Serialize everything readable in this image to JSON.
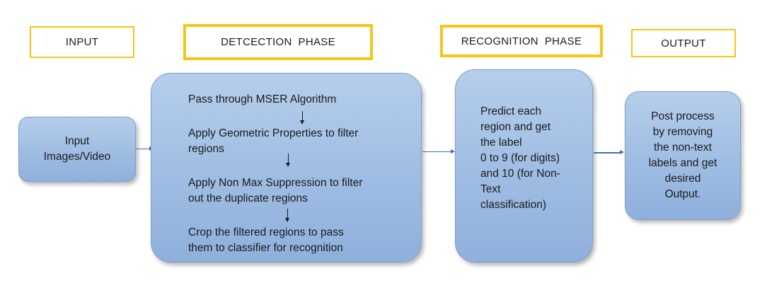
{
  "headers": {
    "input": "INPUT",
    "detection": "DETCECTION  PHASE",
    "recognition": "RECOGNITION  PHASE",
    "output": "OUTPUT"
  },
  "stages": {
    "input": [
      "Input",
      "Images/Video"
    ],
    "detection": [
      "Pass through MSER Algorithm",
      "Apply Geometric Properties to filter",
      "regions",
      "Apply Non Max Suppression to filter",
      "out the duplicate regions",
      "Crop the filtered regions to pass",
      "them to classifier for recognition"
    ],
    "recognition": [
      "Predict each",
      "region and get",
      "the label",
      "0 to 9 (for digits)",
      "and 10 (for Non-",
      "Text",
      "classification)"
    ],
    "output": [
      "Post process",
      "by removing",
      "the non-text",
      "labels and get",
      "desired",
      "Output."
    ]
  },
  "colors": {
    "header_border": "#f5c518",
    "stage_fill": "#a9c5e8",
    "connector": "#3f6fae"
  }
}
